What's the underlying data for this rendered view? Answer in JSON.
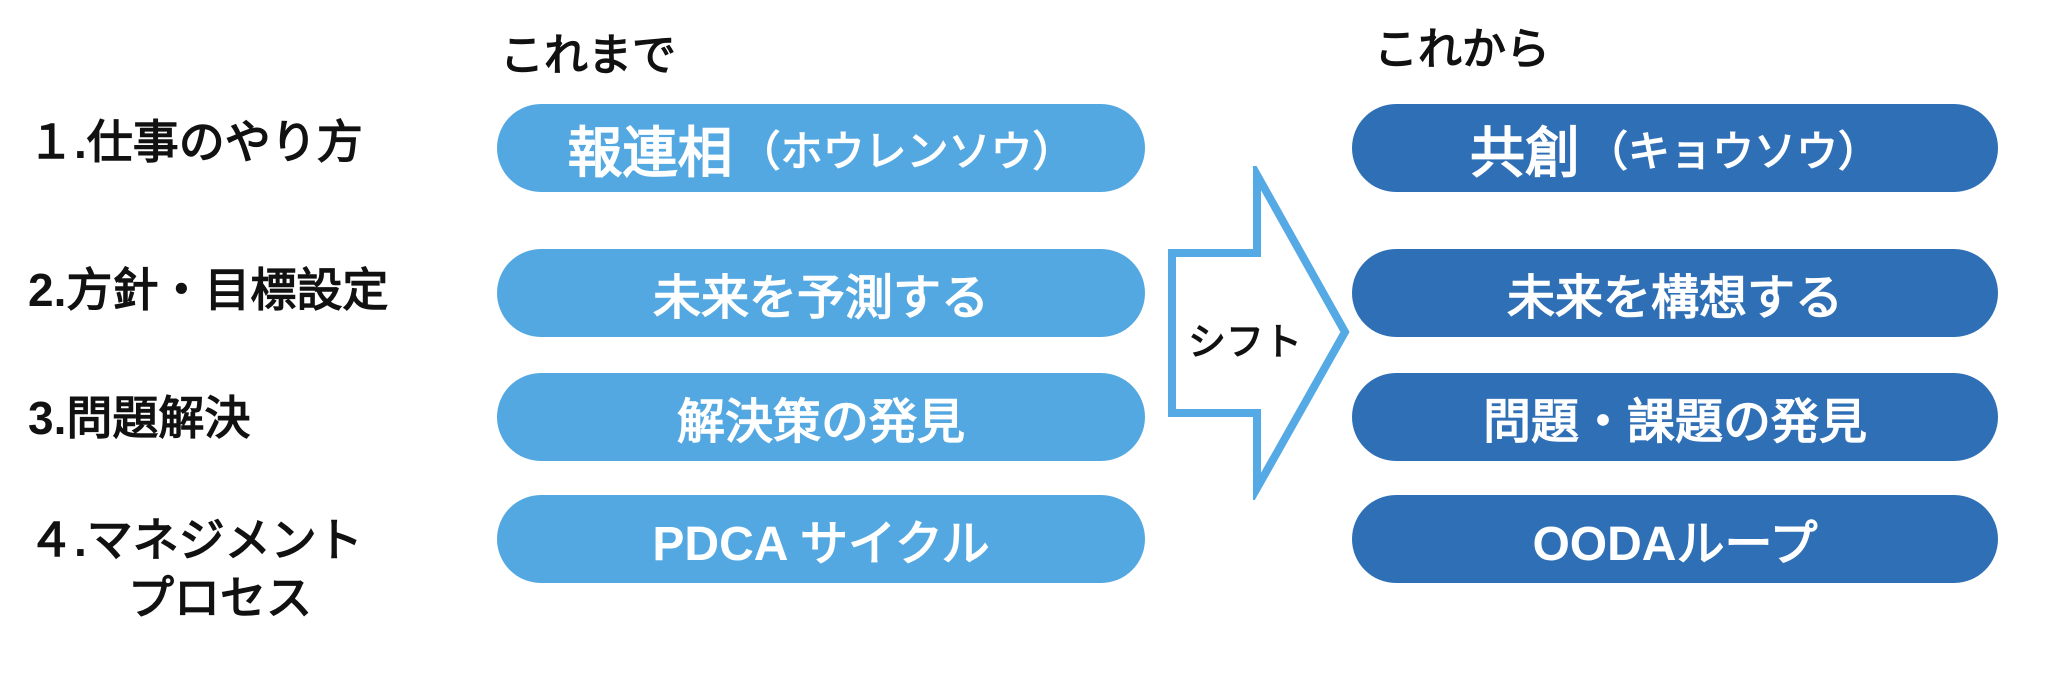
{
  "colors": {
    "light_blue": "#54A8E1",
    "dark_blue": "#2F6FB6",
    "arrow_outline": "#55A9E5",
    "text": "#111111",
    "pill_text": "#FFFFFF",
    "background": "#FFFFFF"
  },
  "columns": {
    "before_header": "これまで",
    "after_header": "これから"
  },
  "shift_arrow": {
    "label": "シフト"
  },
  "rows": [
    {
      "label": "１.仕事のやり方",
      "before": {
        "main": "報連相",
        "sub": "（ホウレンソウ）"
      },
      "after": {
        "main": "共創",
        "sub": "（キョウソウ）"
      }
    },
    {
      "label": "2.方針・目標設定",
      "before": {
        "main": "未来を予測する"
      },
      "after": {
        "main": "未来を構想する"
      }
    },
    {
      "label": "3.問題解決",
      "before": {
        "main": "解決策の発見"
      },
      "after": {
        "main": "問題・課題の発見"
      }
    },
    {
      "label": "４.マネジメント",
      "label_line2": "プロセス",
      "before": {
        "main": "PDCA サイクル"
      },
      "after": {
        "main": "OODAループ"
      }
    }
  ]
}
